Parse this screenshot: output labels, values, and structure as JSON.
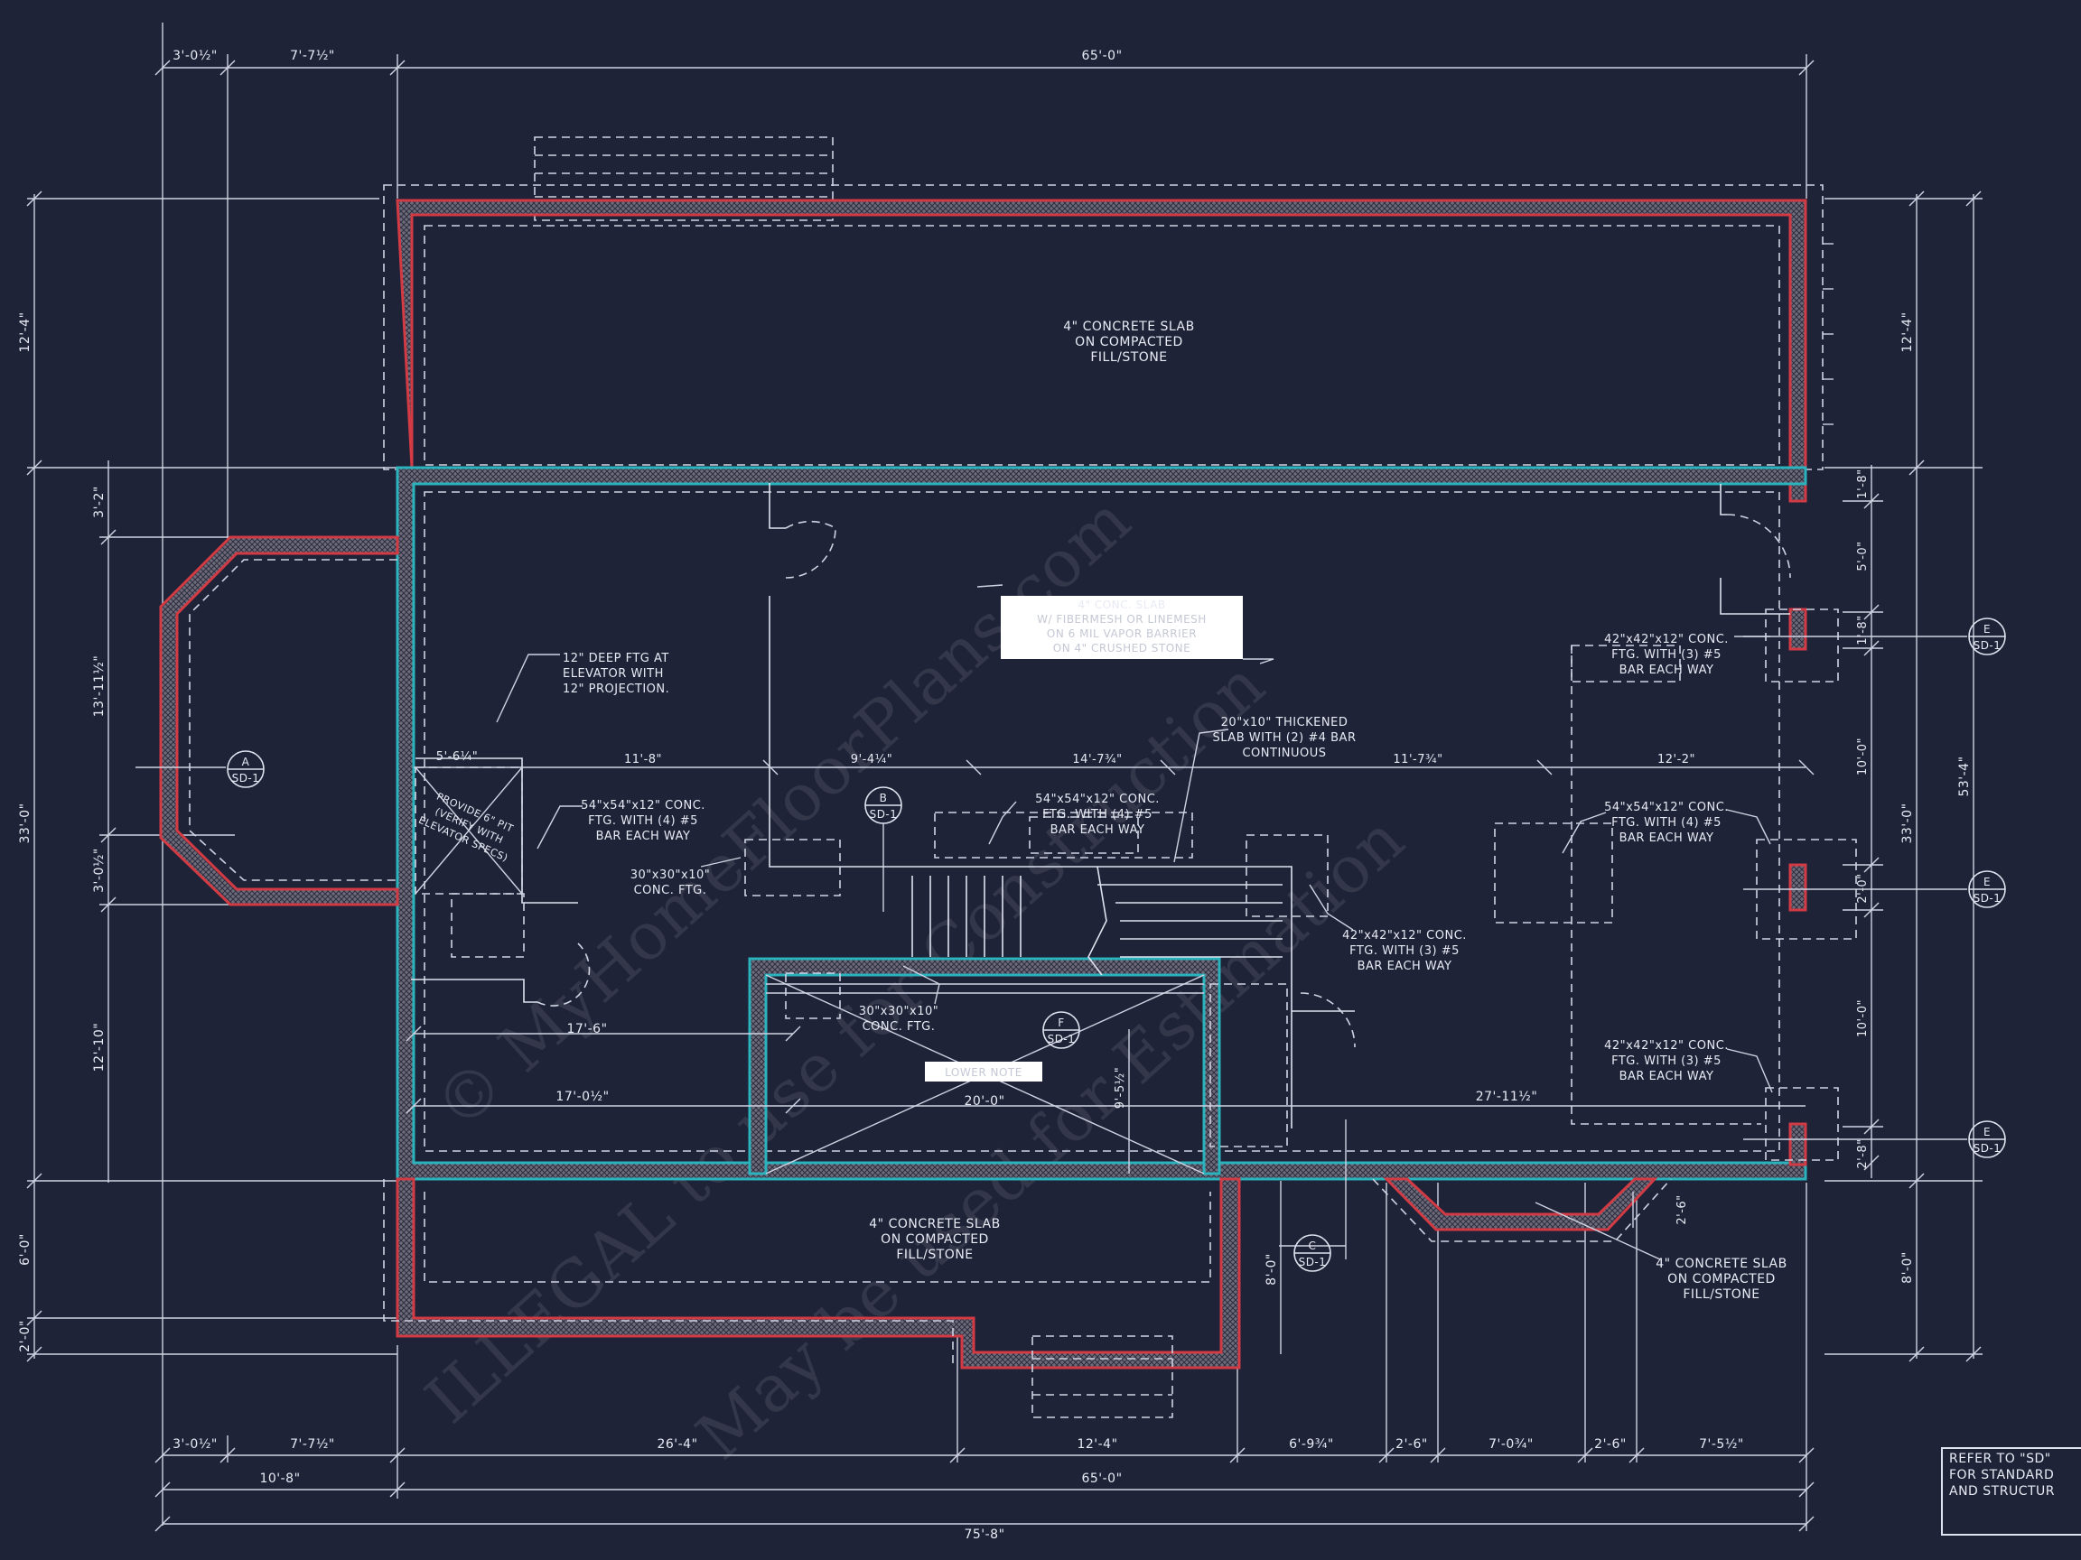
{
  "dimensions": {
    "top": [
      "3'-0½\"",
      "7'-7½\"",
      "65'-0\""
    ],
    "bottom_row1": [
      "3'-0½\"",
      "7'-7½\"",
      "26'-4\"",
      "12'-4\"",
      "6'-9¾\"",
      "2'-6\"",
      "7'-0¾\"",
      "2'-6\"",
      "7'-5½\""
    ],
    "bottom_row2": [
      "10'-8\"",
      "65'-0\""
    ],
    "bottom_row3": "75'-8\"",
    "left_outer": [
      "12'-4\"",
      "33'-0\"",
      "6'-0\"",
      "2'-0\""
    ],
    "left_inner": [
      "3'-2\"",
      "13'-11½\"",
      "3'-0½\"",
      "12'-10\""
    ],
    "right_inner": [
      "1'-8\"",
      "5'-0\"",
      "1'-8\"",
      "10'-0\"",
      "2'-0\"",
      "10'-0\"",
      "2'-8\""
    ],
    "right_mid": [
      "12'-4\"",
      "33'-0\"",
      "8'-0\""
    ],
    "right_outer": "53'-4\"",
    "interior": {
      "h_row": [
        "5'-6¼\"",
        "11'-8\"",
        "9'-4¼\"",
        "14'-7¾\"",
        "11'-7¾\"",
        "12'-2\""
      ],
      "h_17_6": "17'-6\"",
      "h_17_0": "17'-0½\"",
      "h_20_0": "20'-0\"",
      "h_27_11": "27'-11½\"",
      "v_9_5": "9'-5½\"",
      "v_8_0": "8'-0\"",
      "v_2_6": "2'-6\""
    }
  },
  "slab_notes": {
    "top": [
      "4\" CONCRETE SLAB",
      "ON COMPACTED",
      "FILL/STONE"
    ],
    "bottom_left": [
      "4\" CONCRETE SLAB",
      "ON COMPACTED",
      "FILL/STONE"
    ],
    "bottom_right": [
      "4\" CONCRETE SLAB",
      "ON COMPACTED",
      "FILL/STONE"
    ],
    "center_box": [
      "4\" CONC. SLAB",
      "W/ FIBERMESH OR LINEMESH",
      "ON 6 MIL VAPOR BARRIER",
      "ON 4\" CRUSHED STONE"
    ],
    "lower_box": "LOWER NOTE"
  },
  "notes": {
    "elevator_ftg": [
      "12\" DEEP FTG AT",
      "ELEVATOR WITH",
      "12\" PROJECTION."
    ],
    "elevator_pit": [
      "PROVIDE 6\" PIT",
      "(VERIFY WITH",
      "ELEVATOR SPECS)"
    ],
    "ftg_54_left": [
      "54\"x54\"x12\" CONC.",
      "FTG. WITH (4) #5",
      "BAR EACH WAY"
    ],
    "ftg_30_left": [
      "30\"x30\"x10\"",
      "CONC. FTG."
    ],
    "ftg_54_mid": [
      "54\"x54\"x12\" CONC.",
      "FTG. WITH (4) #5",
      "BAR EACH WAY"
    ],
    "thickened": [
      "20\"x10\" THICKENED",
      "SLAB WITH (2) #4 BAR",
      "CONTINUOUS"
    ],
    "ftg_42_mid": [
      "42\"x42\"x12\" CONC.",
      "FTG. WITH (3) #5",
      "BAR EACH WAY"
    ],
    "ftg_30_stair": [
      "30\"x30\"x10\"",
      "CONC. FTG."
    ],
    "ftg_42_r1": [
      "42\"x42\"x12\" CONC.",
      "FTG. WITH (3) #5",
      "BAR EACH WAY"
    ],
    "ftg_54_r": [
      "54\"x54\"x12\" CONC.",
      "FTG. WITH (4) #5",
      "BAR EACH WAY"
    ],
    "ftg_42_r2": [
      "42\"x42\"x12\" CONC.",
      "FTG. WITH (3) #5",
      "BAR EACH WAY"
    ]
  },
  "section_tags": {
    "A": {
      "letter": "A",
      "sheet": "SD-1"
    },
    "B": {
      "letter": "B",
      "sheet": "SD-1"
    },
    "C": {
      "letter": "C",
      "sheet": "SD-1"
    },
    "F": {
      "letter": "F",
      "sheet": "SD-1"
    },
    "E1": {
      "letter": "E",
      "sheet": "SD-1"
    },
    "E2": {
      "letter": "E",
      "sheet": "SD-1"
    },
    "E3": {
      "letter": "E",
      "sheet": "SD-1"
    }
  },
  "refer_note": [
    "REFER TO \"SD\"",
    "FOR STANDARD",
    "AND STRUCTUR"
  ],
  "watermark": [
    "© MyHomeFloorPlans.com",
    "ILLEGAL to use for Construction",
    "May be used for Estimation"
  ],
  "colors": {
    "background": "#1e2337",
    "lines": "#dfe3ef",
    "foundation_red": "#d23a44",
    "foundation_cyan": "#2bb3bd"
  }
}
